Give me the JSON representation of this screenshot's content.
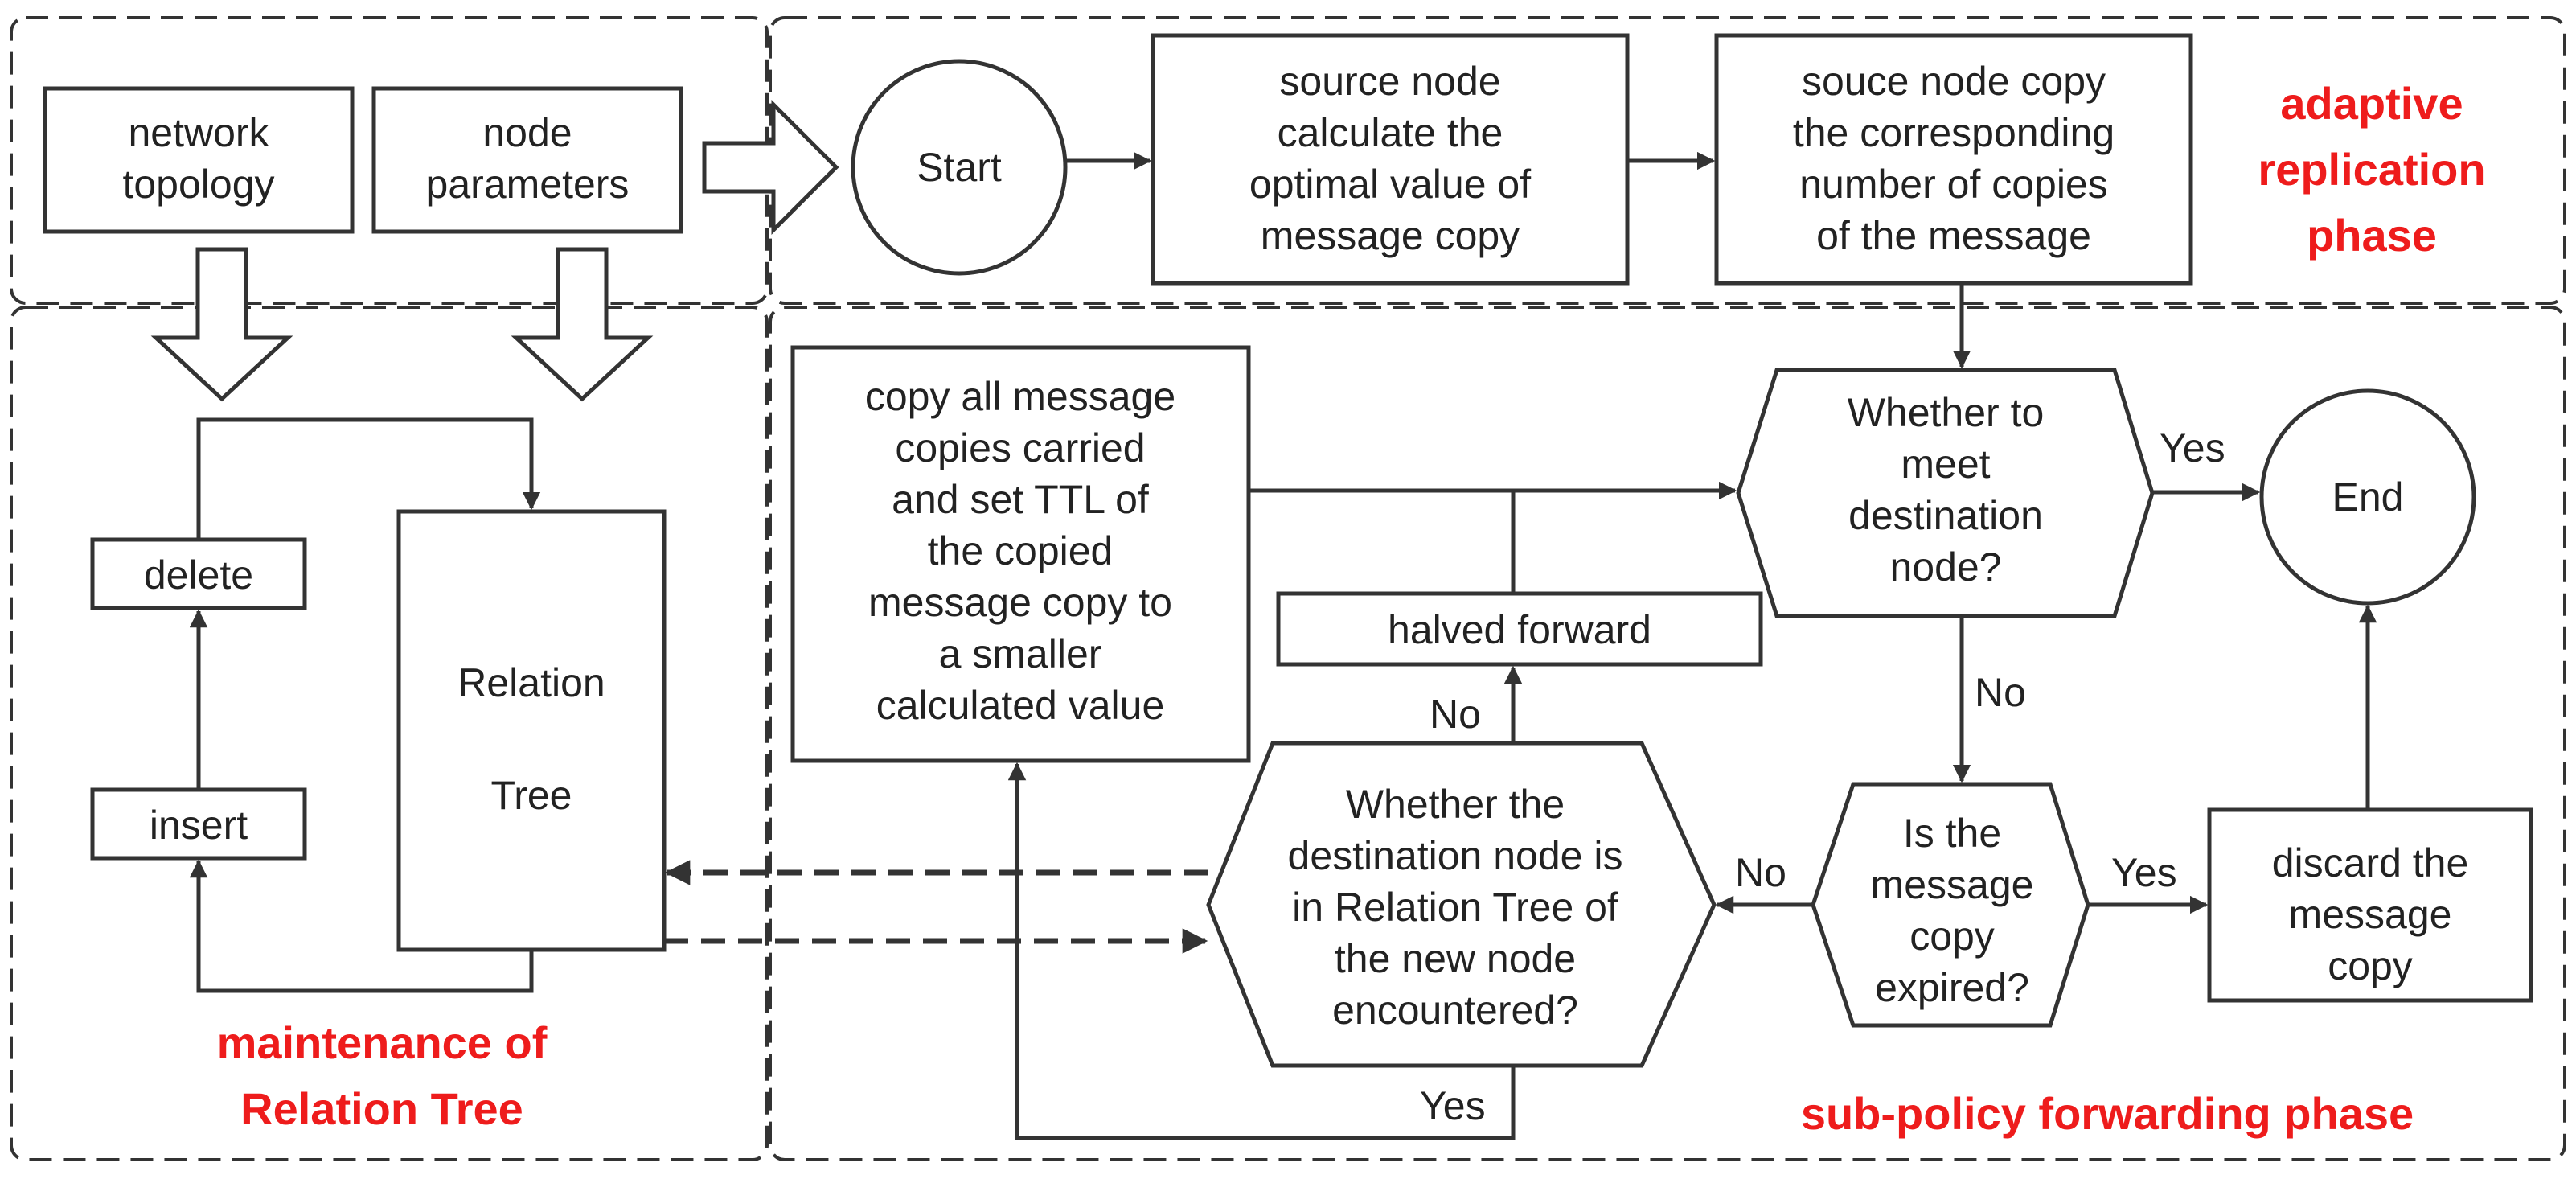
{
  "colors": {
    "phase_label": "#ee1c1c",
    "line": "#333333"
  },
  "phases": {
    "adaptive": [
      "adaptive",
      "replication",
      "phase"
    ],
    "maintenance": [
      "maintenance of",
      "Relation Tree"
    ],
    "forwarding": "sub-policy forwarding phase"
  },
  "inputs": {
    "network_topology": [
      "network",
      "topology"
    ],
    "node_parameters": [
      "node",
      "parameters"
    ]
  },
  "nodes": {
    "start": "Start",
    "calc": [
      "source node",
      "calculate the",
      "optimal value of",
      "message copy"
    ],
    "copy": [
      "souce node copy",
      "the corresponding",
      "number of copies",
      "of the message"
    ],
    "meet_dest": [
      "Whether to",
      "meet",
      "destination",
      "node?"
    ],
    "end": "End",
    "copy_all": [
      "copy all message",
      "copies carried",
      "and set TTL of",
      "the copied",
      "message copy to",
      "a smaller",
      "calculated value"
    ],
    "halved": "halved forward",
    "relation_check": [
      "Whether the",
      "destination node is",
      "in Relation Tree of",
      "the new node",
      "encountered?"
    ],
    "expired": [
      "Is the",
      "message",
      "copy",
      "expired?"
    ],
    "discard": [
      "discard the",
      "message",
      "copy"
    ],
    "delete": "delete",
    "insert": "insert",
    "relation_tree": [
      "Relation",
      "Tree"
    ]
  },
  "edge_labels": {
    "yes_end": "Yes",
    "no_meet": "No",
    "no_halved": "No",
    "no_expired": "No",
    "yes_discard": "Yes",
    "yes_copyall": "Yes"
  }
}
